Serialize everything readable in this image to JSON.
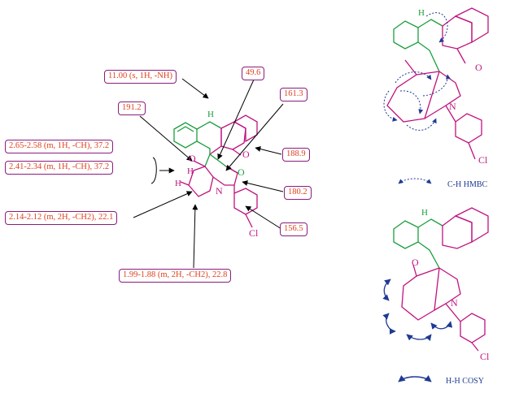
{
  "labels": [
    {
      "id": "nh",
      "text": "11.00 (s, 1H, -NH)"
    },
    {
      "id": "c49",
      "text": "49.6"
    },
    {
      "id": "c161",
      "text": "161.3"
    },
    {
      "id": "c191",
      "text": "191.2"
    },
    {
      "id": "h265",
      "text": "2.65-2.58 (m, 1H, -CH), 37.2"
    },
    {
      "id": "h241",
      "text": "2.41-2.34 (m, 1H, -CH), 37.2"
    },
    {
      "id": "c188",
      "text": "188.9"
    },
    {
      "id": "c180",
      "text": "180.2"
    },
    {
      "id": "h214",
      "text": "2.14-2.12 (m, 2H, -CH2), 22.1"
    },
    {
      "id": "c156",
      "text": "156.5"
    },
    {
      "id": "h199",
      "text": "1.99-1.88 (m, 2H, -CH2), 22.8"
    }
  ],
  "atoms": {
    "nh": "H",
    "n": "N",
    "o": "O",
    "h": "H",
    "cl": "Cl"
  },
  "legend": {
    "hmbc": "C-H HMBC",
    "cosy": "H-H COSY"
  },
  "colors": {
    "green": "#1a9e3c",
    "magenta": "#c0137e",
    "label_border": "#8a1c7c",
    "label_text": "#e0401e",
    "arrow_blue": "#1f3a93"
  }
}
